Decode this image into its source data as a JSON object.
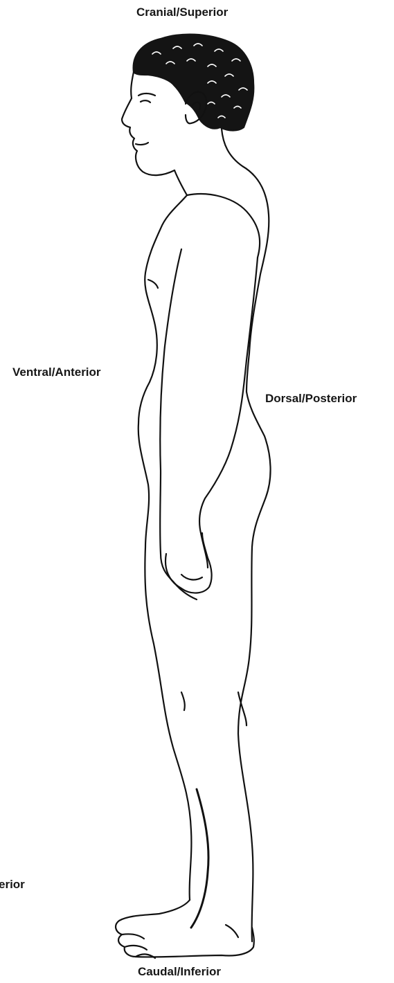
{
  "labels": {
    "cranial": "Cranial/Superior",
    "ventral": "Ventral/Anterior",
    "dorsal": "Dorsal/Posterior",
    "caudal": "Caudal/Inferior",
    "cropped_left": "erior"
  },
  "colors": {
    "line": "#111111",
    "hair": "#141414",
    "background": "#ffffff"
  }
}
